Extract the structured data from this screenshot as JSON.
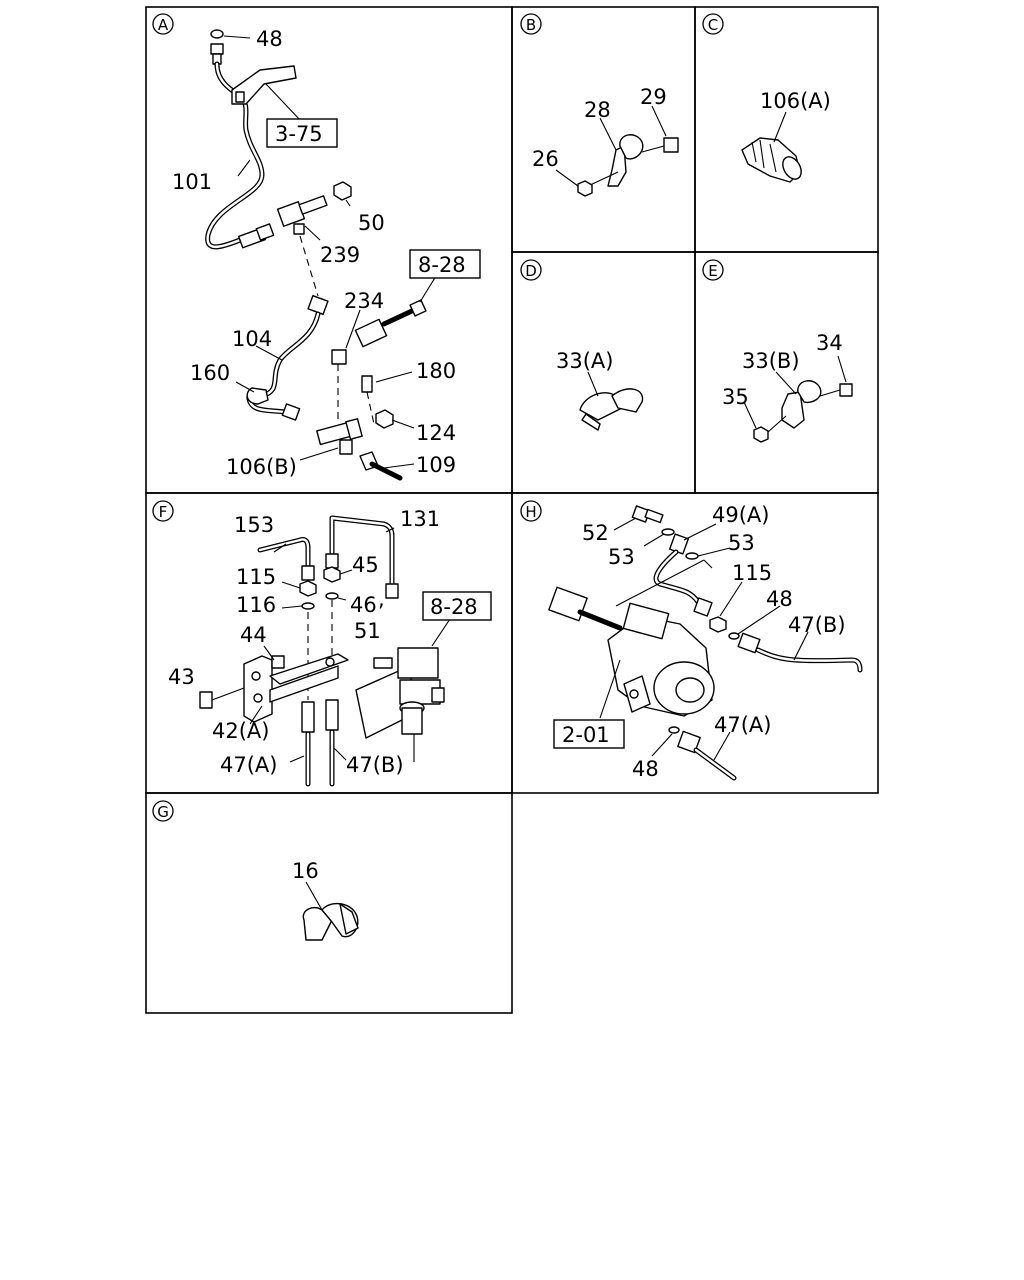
{
  "sections": [
    {
      "id": "A",
      "labels": [
        "48",
        "3-75",
        "101",
        "50",
        "239",
        "8-28",
        "234",
        "104",
        "160",
        "180",
        "124",
        "106(B)",
        "109"
      ]
    },
    {
      "id": "B",
      "labels": [
        "29",
        "28",
        "26"
      ]
    },
    {
      "id": "C",
      "labels": [
        "106(A)"
      ]
    },
    {
      "id": "D",
      "labels": [
        "33(A)"
      ]
    },
    {
      "id": "E",
      "labels": [
        "34",
        "33(B)",
        "35"
      ]
    },
    {
      "id": "F",
      "labels": [
        "153",
        "131",
        "45",
        "115",
        "116",
        "46",
        "51",
        "8-28",
        "44",
        "43",
        "42(A)",
        "47(A)",
        "47(B)"
      ]
    },
    {
      "id": "H",
      "labels": [
        "52",
        "49(A)",
        "53",
        "53",
        "115",
        "48",
        "47(B)",
        "2-01",
        "47(A)",
        "48"
      ]
    },
    {
      "id": "G",
      "labels": [
        "16"
      ]
    }
  ],
  "comma": ","
}
